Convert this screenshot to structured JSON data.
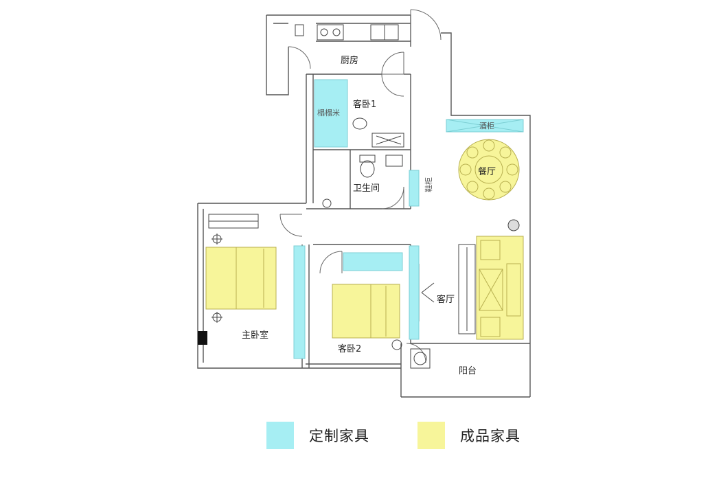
{
  "rooms": {
    "kitchen": "厨房",
    "guest_bedroom_1": "客卧1",
    "tatami": "榻榻米",
    "bathroom": "卫生间",
    "dining": "餐厅",
    "wine_cabinet": "酒柜",
    "shoe_cabinet": "鞋柜",
    "master_bedroom": "主卧室",
    "guest_bedroom_2": "客卧2",
    "living_room": "客厅",
    "balcony": "阳台"
  },
  "legend": [
    {
      "label": "定制家具",
      "color": "#a6eef3"
    },
    {
      "label": "成品家具",
      "color": "#f7f59a"
    }
  ],
  "colors": {
    "custom_furniture": "#a6eef3",
    "finished_furniture": "#f7f59a",
    "wall": "#555555"
  }
}
